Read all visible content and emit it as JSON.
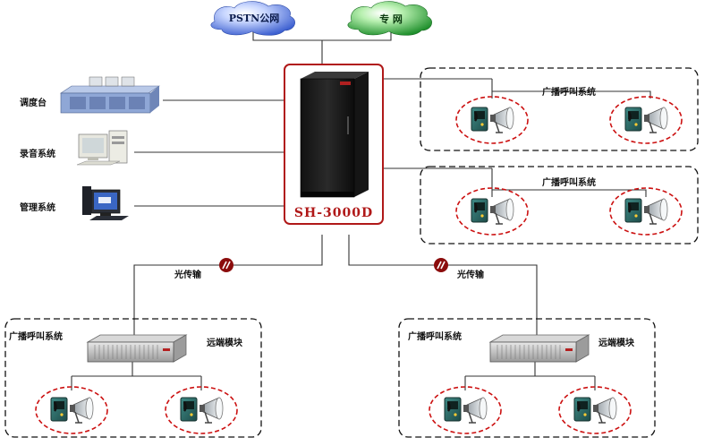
{
  "clouds": {
    "pstn": {
      "label": "PSTN公网",
      "color": "#4a6fd8"
    },
    "private": {
      "label": "专 网",
      "color": "#2e9b3c"
    }
  },
  "left_devices": {
    "dispatch": "调度台",
    "recording": "录音系统",
    "management": "管理系统"
  },
  "server": {
    "label": "SH-3000D",
    "border_color": "#b01818"
  },
  "broadcast": {
    "system_label": "广播呼叫系统",
    "remote_label": "远端模块",
    "fiber_label": "光传输"
  },
  "colors": {
    "line": "#333333",
    "dash_box": "#111111",
    "group_ellipse": "#cc1111",
    "fiber_badge": "#8b0c0c"
  }
}
